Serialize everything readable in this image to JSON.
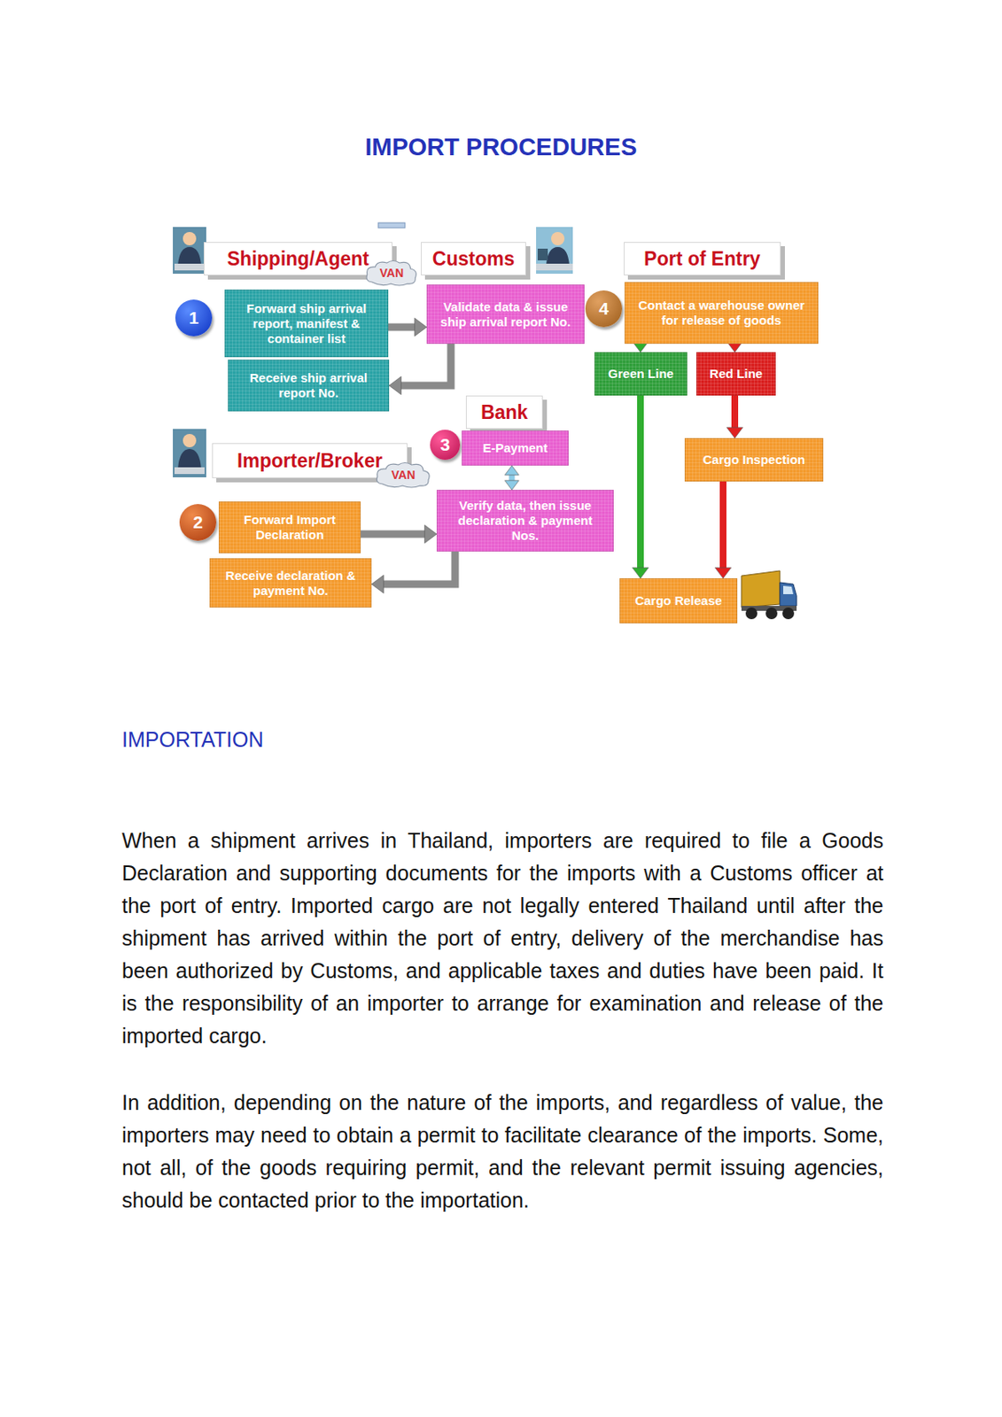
{
  "diagram": {
    "title": "IMPORT PROCEDURES",
    "nodes": [
      {
        "text": [
          "Shipping/Agent"
        ]
      },
      {
        "text": [
          "Customs"
        ]
      },
      {
        "text": [
          "Port of Entry"
        ]
      },
      {
        "text": [
          "1"
        ]
      },
      {
        "text": [
          "Forward ship arrival report, manifest & container list"
        ]
      },
      {
        "text": [
          "VAN"
        ]
      },
      {
        "text": [
          "Validate data & issue ship arrival report No."
        ]
      },
      {
        "text": [
          "4"
        ]
      },
      {
        "text": [
          "Contact a warehouse owner for release of goods"
        ]
      },
      {
        "text": [
          "Receive ship arrival report No."
        ]
      },
      {
        "text": [
          "Green Line"
        ]
      },
      {
        "text": [
          "Red Line"
        ]
      },
      {
        "text": [
          "Bank"
        ]
      },
      {
        "text": [
          "3"
        ]
      },
      {
        "text": [
          "E-Payment"
        ]
      },
      {
        "text": [
          "Importer/Broker"
        ]
      },
      {
        "text": [
          "Cargo Inspection"
        ]
      },
      {
        "text": [
          "2"
        ]
      },
      {
        "text": [
          "Forward Import Declaration"
        ]
      },
      {
        "text": [
          "VAN"
        ]
      },
      {
        "text": [
          "Verify data, then issue declaration & payment Nos."
        ]
      },
      {
        "text": [
          "Receive declaration & payment No."
        ]
      },
      {
        "text": [
          "Cargo Release"
        ]
      }
    ],
    "edges": [
      {
        "from": 4,
        "to": 6,
        "arrow": "to"
      },
      {
        "from": 6,
        "to": 9,
        "arrow": "to"
      },
      {
        "from": 8,
        "to": 10,
        "arrow": "to"
      },
      {
        "from": 8,
        "to": 11,
        "arrow": "to"
      },
      {
        "from": 11,
        "to": 16,
        "arrow": "to"
      },
      {
        "from": 16,
        "to": 22,
        "arrow": "to"
      },
      {
        "from": 10,
        "to": 22,
        "arrow": "to"
      },
      {
        "from": 14,
        "to": 20,
        "arrow": "both"
      },
      {
        "from": 18,
        "to": 20,
        "arrow": "to"
      },
      {
        "from": 20,
        "to": 21,
        "arrow": "to"
      }
    ],
    "labels": [
      "IMPORTATION",
      "When a shipment arrives in Thailand, importers are required to file a Goods Declaration and supporting documents for the imports with a Customs officer at the port of entry. Imported cargo are not legally entered Thailand until after the shipment has arrived within the port of entry, delivery of the merchandise has been authorized by Customs, and applicable taxes and duties have been paid. It is the responsibility of an importer to arrange for examination and release of the imported cargo.",
      "In addition, depending on the nature of the imports, and regardless of value, the importers may need to obtain a permit to facilitate clearance of the imports. Some, not all, of the goods requiring permit, and the relevant permit issuing agencies, should be contacted prior to the importation."
    ]
  }
}
